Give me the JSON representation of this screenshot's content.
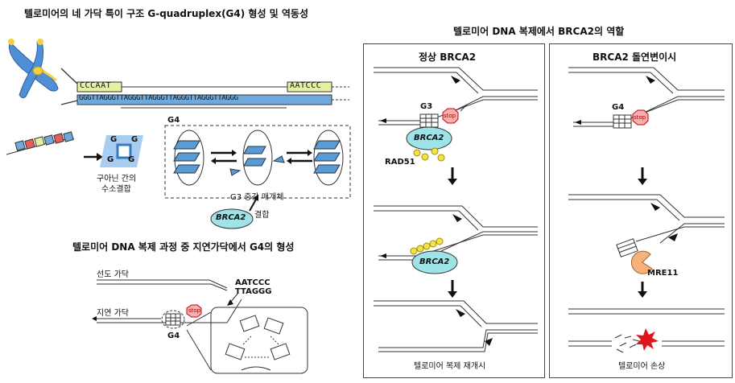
{
  "top_left": {
    "title": "텔로미어의 네 가닥 특이 구조 G-quadruplex(G4) 형성 및 역동성",
    "seq_top_left": "CCCAAT",
    "seq_top_right": "AATCCC",
    "seq_bottom": "GGGTTAGGGTTAGGGTTAGGGTTAGGGTTAGGGTTAGGG",
    "label_g4": "G4",
    "label_gquartet_g": "G",
    "label_hbond_line1": "구아닌 간의",
    "label_hbond_line2": "수소결합",
    "label_intermediate": "G3 중간 매개체",
    "label_brca2": "BRCA2",
    "label_binding": "결합"
  },
  "bottom_left": {
    "title": "텔로미어 DNA 복제 과정 중 지연가닥에서 G4의 형성",
    "label_leading": "선도 가닥",
    "label_lagging": "지연 가닥",
    "seq_1": "AATCCC",
    "seq_2": "TTAGGG",
    "label_stop": "stop",
    "label_g4": "G4"
  },
  "right": {
    "title": "텔로미어 DNA 복제에서 BRCA2의 역할",
    "panel_normal": {
      "heading": "정상 BRCA2",
      "label_g3": "G3",
      "label_stop": "stop",
      "label_brca2_1": "BRCA2",
      "label_rad51": "RAD51",
      "label_brca2_2": "BRCA2",
      "caption": "텔로미어 복제 재개시"
    },
    "panel_mutant": {
      "heading": "BRCA2 돌연변이시",
      "label_g4_1": "G4",
      "label_stop": "stop",
      "label_mre11": "MRE11",
      "caption": "텔로미어 손상"
    }
  },
  "colors": {
    "seq_yellow": "#e6f0a0",
    "seq_blue": "#6fa8dc",
    "brca2": "#9de3e8",
    "rad51": "#f2e34b",
    "stop": "#e85c5c",
    "mre11": "#f5b27a",
    "damage": "#e0141e",
    "quartet": "#5b9bd5"
  }
}
